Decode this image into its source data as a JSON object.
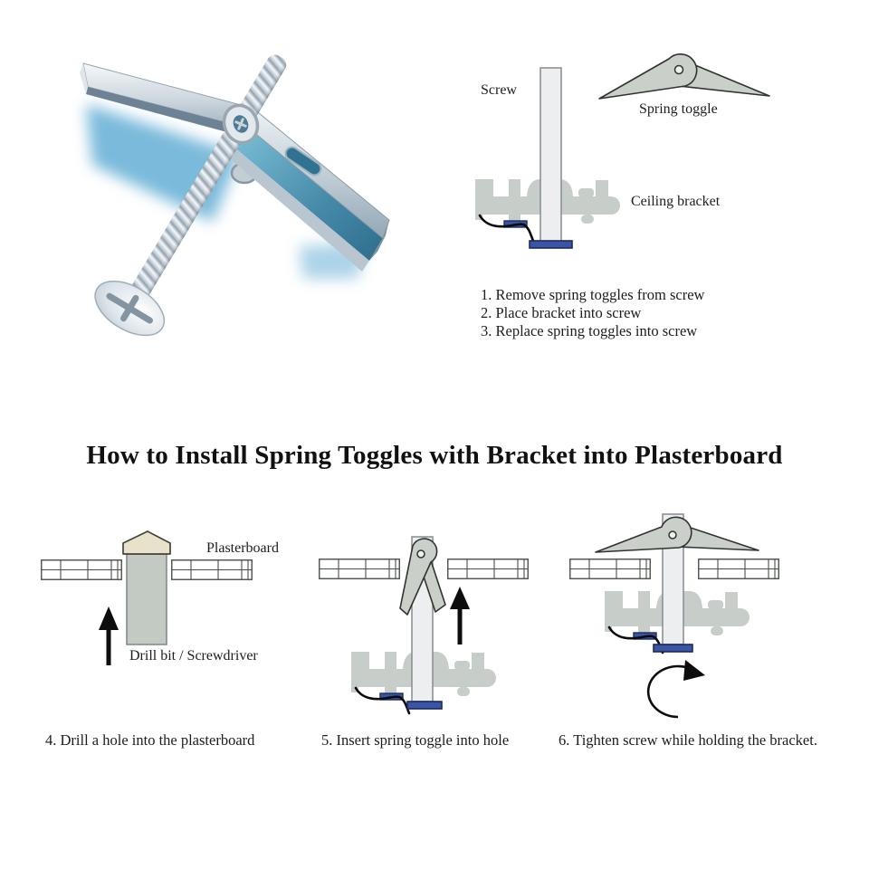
{
  "title": "How to Install Spring Toggles with Bracket into Plasterboard",
  "overview_diagram": {
    "labels": {
      "screw": "Screw",
      "spring_toggle": "Spring toggle",
      "ceiling_bracket": "Ceiling bracket"
    },
    "steps": [
      "1. Remove spring toggles from screw",
      "2. Place bracket into screw",
      "3. Replace spring toggles into screw"
    ]
  },
  "install_steps": [
    {
      "caption": "4. Drill a hole into the plasterboard",
      "labels": {
        "plasterboard": "Plasterboard",
        "tool": "Drill bit / Screwdriver"
      }
    },
    {
      "caption": "5. Insert spring toggle into hole"
    },
    {
      "caption": "6. Tighten screw while holding the bracket."
    }
  ],
  "colors": {
    "background": "#ffffff",
    "bracket_gray": "#c7cdc8",
    "toggle_fill": "#cacfc9",
    "toggle_stroke": "#303431",
    "screw_fill": "#eceef0",
    "screw_stroke": "#8d9296",
    "pad_blue": "#3a55a4",
    "pad_border": "#1c2b5e",
    "plasterboard_stroke": "#4a4f4a",
    "drill_gray": "#c3cac4",
    "drill_cap_beige": "#e8e2cb",
    "arrow_black": "#0d0d0d",
    "text": "#1d1d1b"
  }
}
